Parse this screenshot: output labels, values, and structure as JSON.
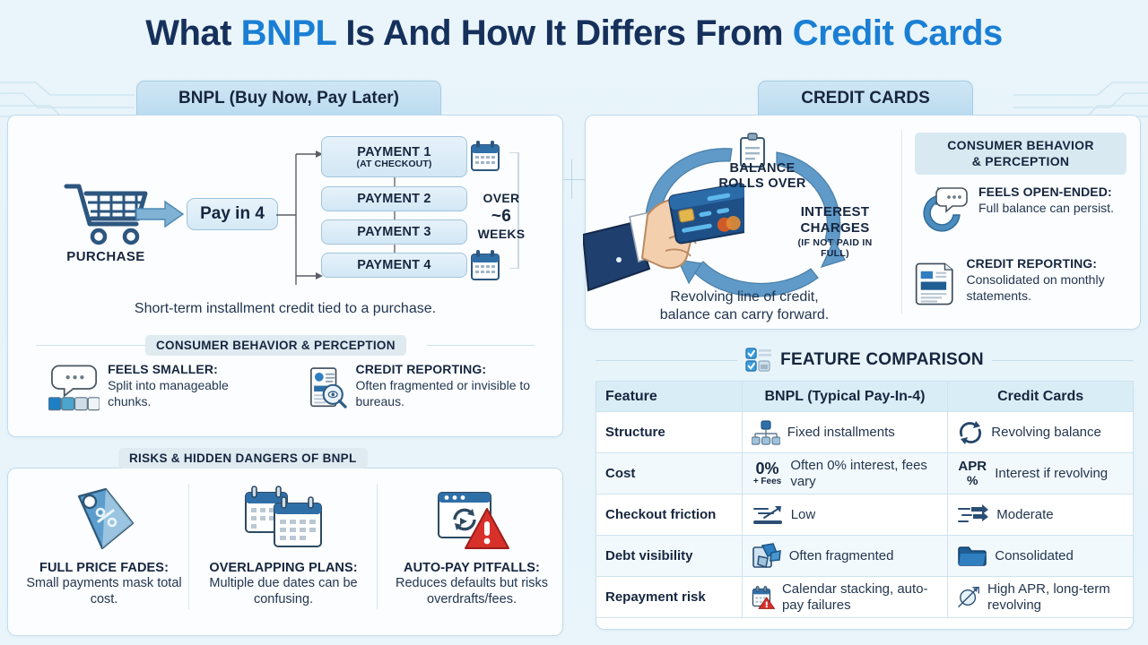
{
  "title": {
    "part1": "What ",
    "highlight1": "BNPL",
    "part2": " Is And How It Differs From ",
    "highlight2": "Credit Cards"
  },
  "tabs": {
    "bnpl": "BNPL (Buy Now, Pay Later)",
    "credit_cards": "CREDIT CARDS"
  },
  "bnpl_flow": {
    "purchase_label": "PURCHASE",
    "pay_in_4": "Pay in 4",
    "payments": [
      {
        "label": "PAYMENT 1",
        "sub": "(AT CHECKOUT)"
      },
      {
        "label": "PAYMENT 2",
        "sub": ""
      },
      {
        "label": "PAYMENT 3",
        "sub": ""
      },
      {
        "label": "PAYMENT 4",
        "sub": ""
      }
    ],
    "duration_line1": "OVER",
    "duration_line2": "~6",
    "duration_line3": "WEEKS",
    "caption": "Short-term installment credit tied to a purchase."
  },
  "bnpl_behavior": {
    "badge": "CONSUMER BEHAVIOR & PERCEPTION",
    "items": [
      {
        "icon": "speech-bubble-icon",
        "heading": "FEELS SMALLER:",
        "body": "Split into manageable chunks."
      },
      {
        "icon": "document-magnifier-icon",
        "heading": "CREDIT REPORTING:",
        "body": "Often fragmented or invisible to bureaus."
      }
    ]
  },
  "bnpl_risks": {
    "badge": "RISKS & HIDDEN DANGERS OF BNPL",
    "items": [
      {
        "icon": "price-tag-icon",
        "heading": "FULL PRICE FADES:",
        "body": "Small payments mask total cost."
      },
      {
        "icon": "calendars-icon",
        "heading": "OVERLAPPING PLANS:",
        "body": "Multiple due dates can be confusing."
      },
      {
        "icon": "autopay-warning-icon",
        "heading": "AUTO-PAY PITFALLS:",
        "body": "Reduces defaults but risks overdrafts/fees."
      }
    ]
  },
  "credit_cycle": {
    "balance_label": "BALANCE\nROLLS OVER",
    "balance_line1": "BALANCE",
    "balance_line2": "ROLLS OVER",
    "interest_line1": "INTEREST",
    "interest_line2": "CHARGES",
    "interest_sub": "(IF NOT PAID IN FULL)",
    "caption_line1": "Revolving line of credit,",
    "caption_line2": "balance can carry forward."
  },
  "cc_behavior": {
    "badge_line1": "CONSUMER BEHAVIOR",
    "badge_line2": "& PERCEPTION",
    "items": [
      {
        "icon": "refresh-speech-icon",
        "heading": "FEELS OPEN-ENDED:",
        "body": "Full balance can persist."
      },
      {
        "icon": "statement-icon",
        "heading": "CREDIT REPORTING:",
        "body": "Consolidated on monthly statements."
      }
    ]
  },
  "feature_comparison": {
    "heading": "FEATURE COMPARISON",
    "columns": [
      "Feature",
      "BNPL (Typical Pay-In-4)",
      "Credit Cards"
    ],
    "rows": [
      {
        "feature": "Structure",
        "bnpl": {
          "icon": "hierarchy-icon",
          "text": "Fixed installments"
        },
        "cc": {
          "icon": "revolving-arrows-icon",
          "text": "Revolving balance"
        }
      },
      {
        "feature": "Cost",
        "bnpl": {
          "icon": "zero-percent-icon",
          "icon_text": "0%",
          "icon_sub": "+ Fees",
          "text": "Often 0% interest, fees vary"
        },
        "cc": {
          "icon": "apr-percent-icon",
          "icon_text": "APR",
          "icon_sub": "%",
          "text": "Interest if revolving"
        }
      },
      {
        "feature": "Checkout friction",
        "bnpl": {
          "icon": "fast-lines-icon",
          "text": "Low"
        },
        "cc": {
          "icon": "arrows-lines-icon",
          "text": "Moderate"
        }
      },
      {
        "feature": "Debt visibility",
        "bnpl": {
          "icon": "puzzle-pieces-icon",
          "text": "Often fragmented"
        },
        "cc": {
          "icon": "folder-icon",
          "text": "Consolidated"
        }
      },
      {
        "feature": "Repayment risk",
        "bnpl": {
          "icon": "calendar-warning-icon",
          "text": "Calendar stacking, auto-pay failures"
        },
        "cc": {
          "icon": "rising-gauge-icon",
          "text": "High APR, long-term revolving"
        }
      }
    ]
  },
  "colors": {
    "title_navy": "#16305c",
    "title_blue": "#1a7fd4",
    "accent_blue": "#3e7fb5",
    "panel_bg": "#fbfdff",
    "page_bg": "#e8f4fa",
    "warning_red": "#d8302a"
  }
}
